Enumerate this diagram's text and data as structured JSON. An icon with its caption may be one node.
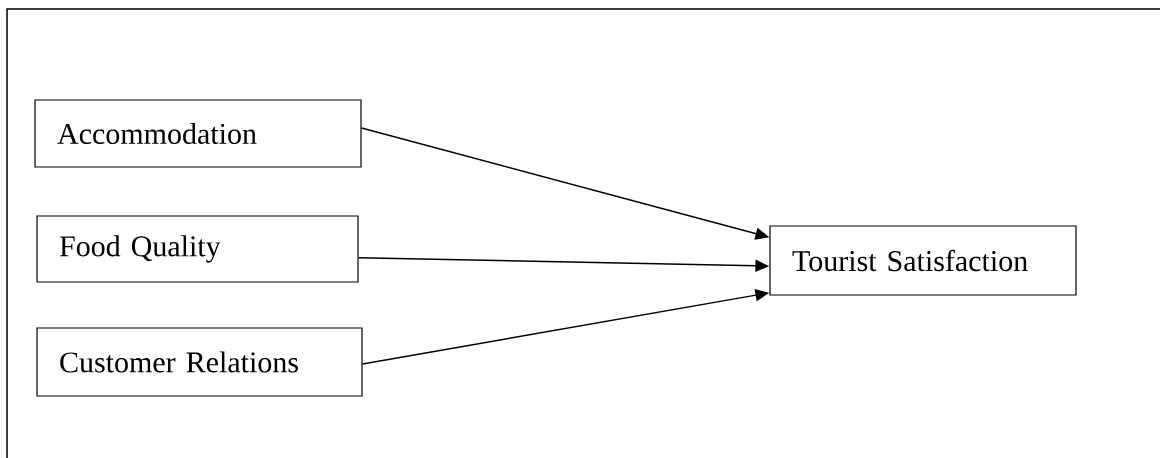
{
  "diagram": {
    "nodes": [
      {
        "text": [
          "Accommodation"
        ]
      },
      {
        "text": [
          "Food Quality"
        ]
      },
      {
        "text": [
          "Customer Relations"
        ]
      },
      {
        "text": [
          "Tourist Satisfaction"
        ]
      }
    ],
    "edges": [
      {
        "from": 0,
        "to": 3,
        "arrow": "to"
      },
      {
        "from": 1,
        "to": 3,
        "arrow": "to"
      },
      {
        "from": 2,
        "to": 3,
        "arrow": "to"
      }
    ]
  }
}
